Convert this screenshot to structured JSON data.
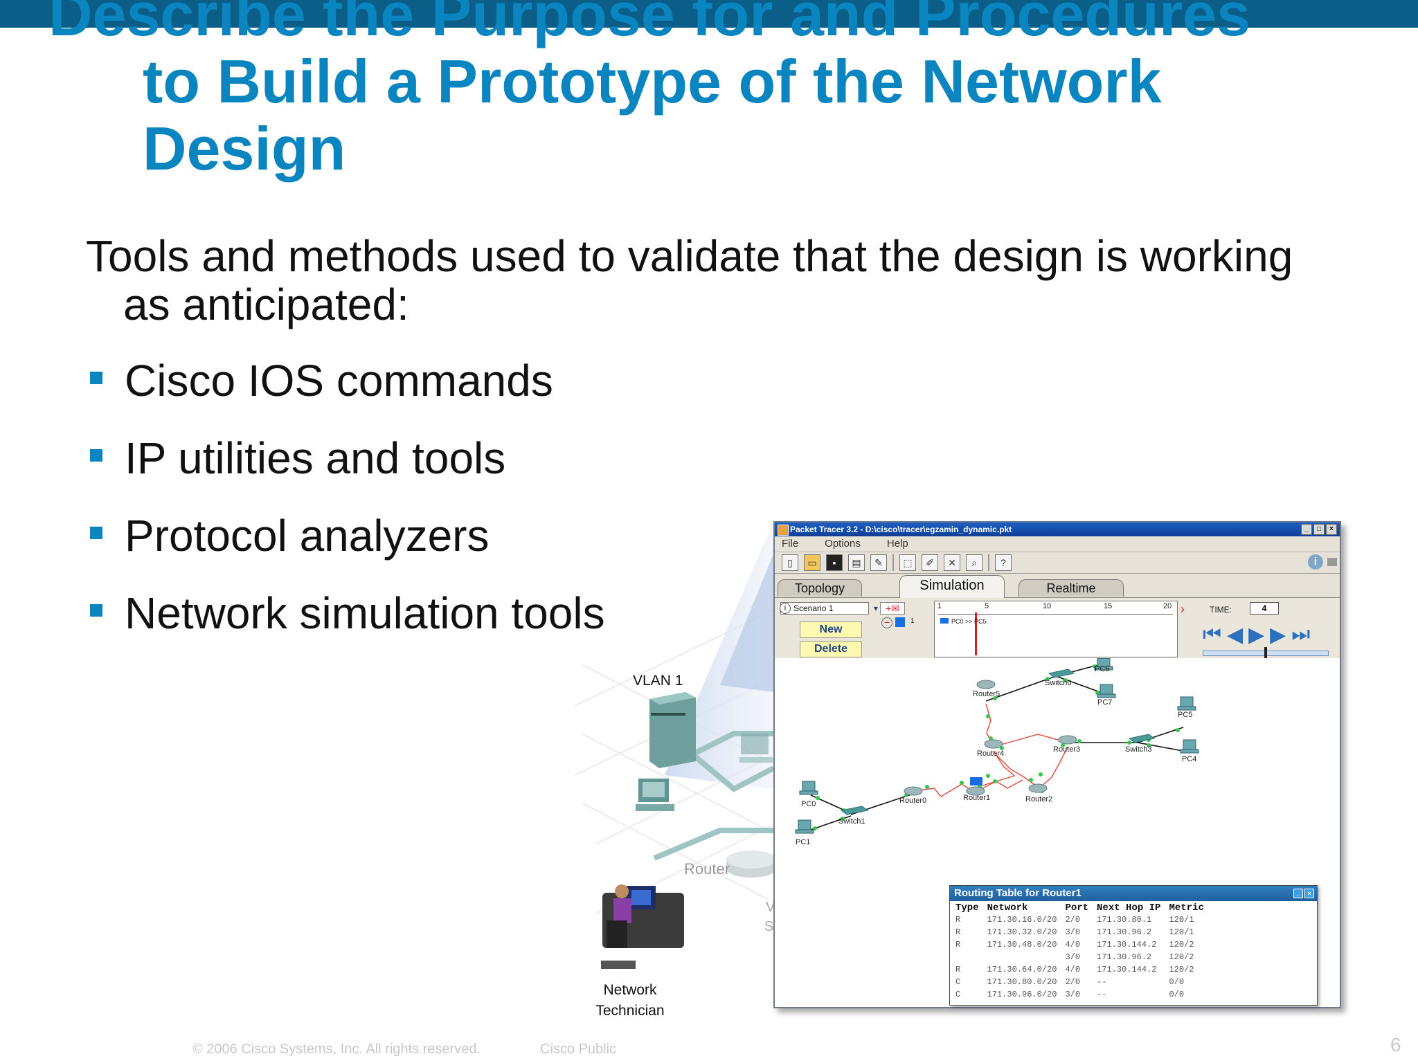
{
  "slide": {
    "title_lines": [
      "Describe the Purpose for and Procedures",
      "to Build a Prototype of the Network",
      "Design"
    ],
    "intro": "Tools and methods used to validate that the design is working as anticipated:",
    "bullets": [
      "Cisco IOS commands",
      "IP utilities and tools",
      "Protocol analyzers",
      "Network simulation tools"
    ],
    "footer_copyright": "© 2006 Cisco Systems, Inc. All rights reserved.",
    "footer_classification": "Cisco Public",
    "page_number": "6"
  },
  "illustration": {
    "vlan_label": "VLAN 1",
    "router_label": "Router",
    "technician_label_1": "Network",
    "technician_label_2": "Technician",
    "clipped_label_1": "V",
    "clipped_label_2": "S"
  },
  "packet_tracer": {
    "window_title": "Packet Tracer 3.2 - D:\\cisco\\tracer\\egzamin_dynamic.pkt",
    "menu": [
      "File",
      "Options",
      "Help"
    ],
    "tabs": [
      "Topology",
      "Simulation",
      "Realtime"
    ],
    "scenario_value": "Scenario 1",
    "new_label": "New",
    "delete_label": "Delete",
    "pdu_count": "1",
    "timeline_ticks": [
      "1",
      "5",
      "10",
      "15",
      "20"
    ],
    "pdu_label": "PC0 >> PC5",
    "time_label": "TIME:",
    "time_value": "4",
    "devices": {
      "pc0": "PC0",
      "pc1": "PC1",
      "pc4": "PC4",
      "pc5": "PC5",
      "pc6": "PC6",
      "pc7": "PC7",
      "switch0": "Switch0",
      "switch1": "Switch1",
      "switch3": "Switch3",
      "router0": "Router0",
      "router1": "Router1",
      "router2": "Router2",
      "router3": "Router3",
      "router4": "Router4",
      "router5": "Router5"
    },
    "routing_table": {
      "title": "Routing Table for Router1",
      "headers": [
        "Type",
        "Network",
        "Port",
        "Next Hop IP",
        "Metric"
      ],
      "rows": [
        [
          "R",
          "171.30.16.0/20",
          "2/0",
          "171.30.80.1",
          "120/1"
        ],
        [
          "R",
          "171.30.32.0/20",
          "3/0",
          "171.30.96.2",
          "120/1"
        ],
        [
          "R",
          "171.30.48.0/20",
          "4/0",
          "171.30.144.2",
          "120/2"
        ],
        [
          "",
          "",
          "3/0",
          "171.30.96.2",
          "120/2"
        ],
        [
          "R",
          "171.30.64.0/20",
          "4/0",
          "171.30.144.2",
          "120/2"
        ],
        [
          "C",
          "171.30.80.0/20",
          "2/0",
          "--",
          "0/0"
        ],
        [
          "C",
          "171.30.96.0/20",
          "3/0",
          "--",
          "0/0"
        ]
      ]
    }
  },
  "colors": {
    "title_blue": "#0b85c0",
    "top_bar": "#0b5e88",
    "bullet_blue": "#0b85c0",
    "link_red": "#e0463a",
    "link_black": "#111111"
  }
}
